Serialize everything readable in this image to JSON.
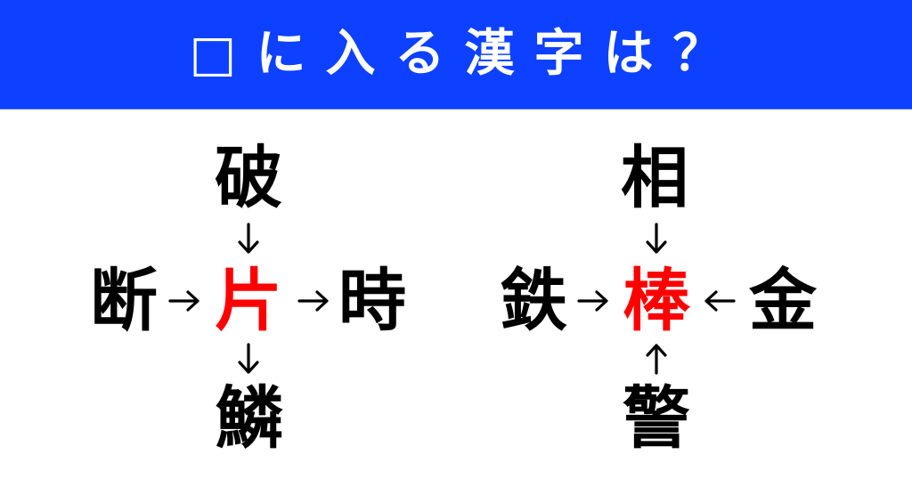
{
  "header": {
    "title": "□に入る漢字は？",
    "background_color": "#0d41ff",
    "text_color": "#ffffff"
  },
  "puzzles": [
    {
      "top": "破",
      "left": "断",
      "right": "時",
      "bottom": "鱗",
      "center": "片",
      "arrows": {
        "top": "down",
        "left": "right",
        "right": "right",
        "bottom": "down"
      },
      "words": [
        "破片",
        "断片",
        "片時",
        "片鱗"
      ]
    },
    {
      "top": "相",
      "left": "鉄",
      "right": "金",
      "bottom": "警",
      "center": "棒",
      "arrows": {
        "top": "down",
        "left": "right",
        "right": "left",
        "bottom": "up"
      },
      "words": [
        "相棒",
        "鉄棒",
        "金棒",
        "警棒"
      ]
    }
  ],
  "colors": {
    "answer": "#ff0000",
    "clue": "#000000"
  }
}
